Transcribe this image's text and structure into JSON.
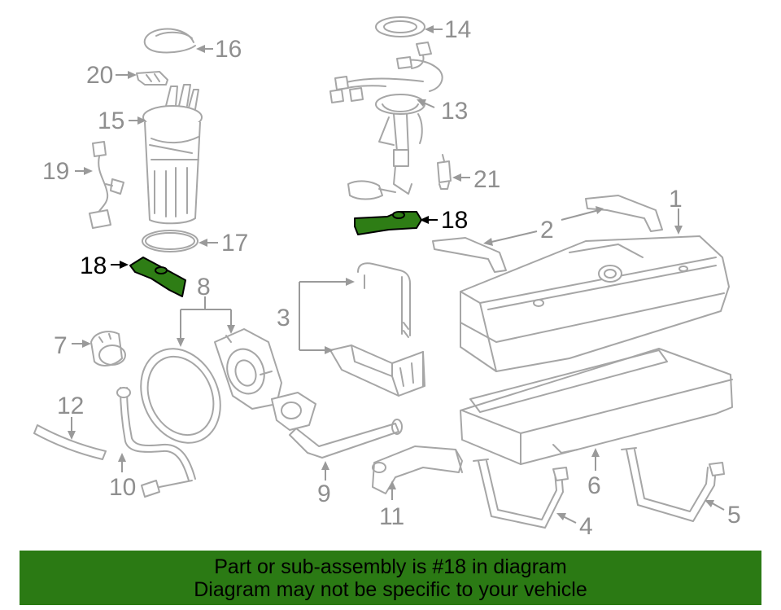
{
  "colors": {
    "highlight_fill": "#2e7d15",
    "banner_background": "#2b7a14",
    "part_line": "#a6a6a6",
    "callout_text": "#8f8f8f",
    "highlight_text": "#000000"
  },
  "callouts": {
    "c1": "1",
    "c2": "2",
    "c3": "3",
    "c4": "4",
    "c5": "5",
    "c6": "6",
    "c7": "7",
    "c8": "8",
    "c9": "9",
    "c10": "10",
    "c11": "11",
    "c12": "12",
    "c13": "13",
    "c14": "14",
    "c15": "15",
    "c16": "16",
    "c17": "17",
    "c18_left": "18",
    "c18_right": "18",
    "c19": "19",
    "c20": "20",
    "c21": "21"
  },
  "highlighted_part": "18",
  "banner": {
    "line1": "Part or sub-assembly is #18 in diagram",
    "line2": "Diagram may not be specific to your vehicle"
  }
}
